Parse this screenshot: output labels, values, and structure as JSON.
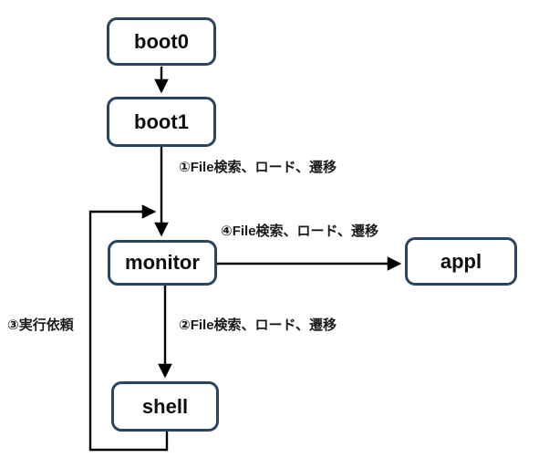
{
  "diagram": {
    "type": "flow-diagram",
    "background": "#ffffff",
    "nodes": {
      "boot0": {
        "label": "boot0"
      },
      "boot1": {
        "label": "boot1"
      },
      "monitor": {
        "label": "monitor"
      },
      "appl": {
        "label": "appl"
      },
      "shell": {
        "label": "shell"
      }
    },
    "edges": [
      {
        "from": "boot0",
        "to": "boot1",
        "label": ""
      },
      {
        "from": "boot1",
        "to": "monitor",
        "label": "①File検索、ロード、遷移"
      },
      {
        "from": "monitor",
        "to": "appl",
        "label": "④File検索、ロード、遷移"
      },
      {
        "from": "monitor",
        "to": "shell",
        "label": "②File検索、ロード、遷移"
      },
      {
        "from": "shell",
        "to": "monitor",
        "label": "③実行依頼",
        "style": "feedback-loop"
      }
    ],
    "labels": {
      "step1": "①File検索、ロード、遷移",
      "step2": "②File検索、ロード、遷移",
      "step3": "③実行依頼",
      "step4": "④File検索、ロード、遷移"
    },
    "colors": {
      "node_border": "#2a4560",
      "node_fill": "#ffffff",
      "node_text": "#0d0d0d",
      "arrow": "#000000",
      "label_text": "#1a1a1a"
    }
  }
}
